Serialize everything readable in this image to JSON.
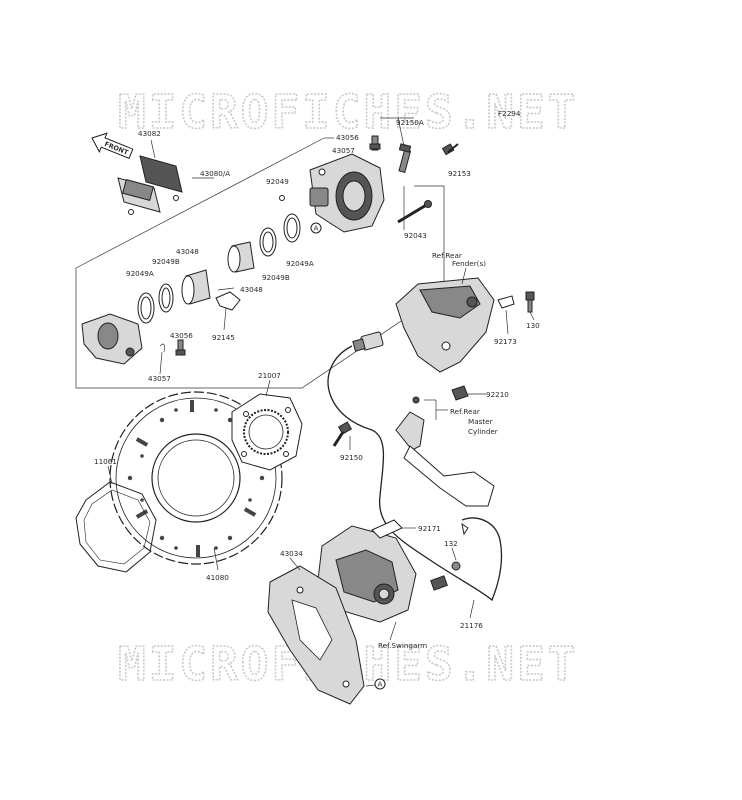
{
  "diagram_code": "F2294",
  "watermark": {
    "top": "MICROFICHES.NET",
    "bottom": "MICROFICHES.NET"
  },
  "front_arrow": {
    "label": "FRONT"
  },
  "labels": {
    "p43082": "43082",
    "p43080A": "43080/A",
    "p43056_top": "43056",
    "p43057_top": "43057",
    "p92150A": "92150A",
    "p92153": "92153",
    "p92049": "92049",
    "p92043": "92043",
    "p43048_a": "43048",
    "p92049B_a": "92049B",
    "p92049A_a": "92049A",
    "p92049A_b": "92049A",
    "p92049B_b": "92049B",
    "p43048_b": "43048",
    "p43056_bot": "43056",
    "p43057_bot": "43057",
    "p92145": "92145",
    "p21007": "21007",
    "p92150": "92150",
    "p11061": "11061",
    "p41080": "41080",
    "p43034": "43034",
    "p92171": "92171",
    "p132": "132",
    "p21176": "21176",
    "p92173": "92173",
    "p130": "130",
    "p92210": "92210",
    "ref_fender_1": "Ref.Rear",
    "ref_fender_2": "Fender(s)",
    "ref_master_1": "Ref.Rear",
    "ref_master_2": "Master",
    "ref_master_3": "Cylinder",
    "ref_swingarm": "Ref.Swingarm",
    "marker_a_top": "A",
    "marker_a_bot": "A"
  }
}
